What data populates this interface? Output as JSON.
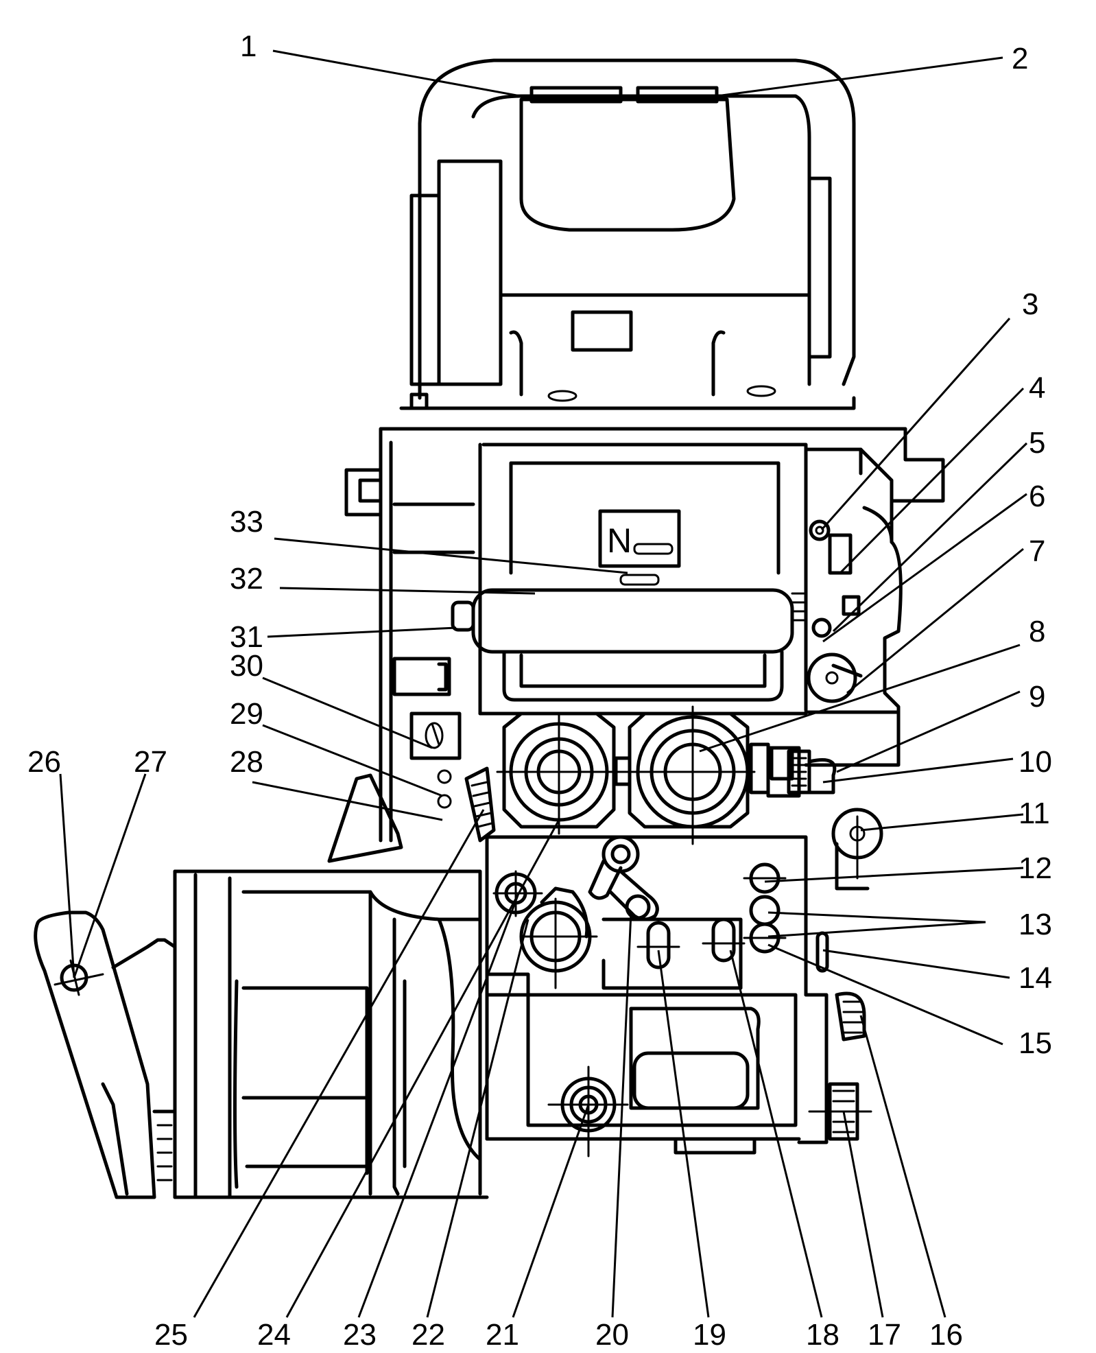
{
  "figure": {
    "plate_letter": "N",
    "callouts": [
      "1",
      "2",
      "3",
      "4",
      "5",
      "6",
      "7",
      "8",
      "9",
      "10",
      "11",
      "12",
      "13",
      "14",
      "15",
      "16",
      "17",
      "18",
      "19",
      "20",
      "21",
      "22",
      "23",
      "24",
      "25",
      "26",
      "27",
      "28",
      "29",
      "30",
      "31",
      "32",
      "33"
    ]
  }
}
